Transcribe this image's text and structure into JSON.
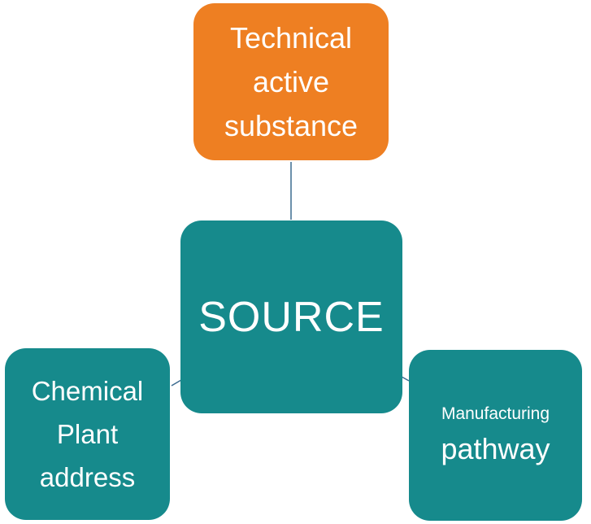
{
  "colors": {
    "center_fill": "#168a8c",
    "branch_fill": "#168a8c",
    "highlight_fill": "#ee7f22",
    "connector": "#3a6a8f",
    "text": "#ffffff"
  },
  "nodes": {
    "center": {
      "lines": [
        "SOURCE"
      ]
    },
    "top": {
      "lines": [
        "Technical",
        "active",
        "substance"
      ]
    },
    "left": {
      "lines": [
        "Chemical",
        "Plant",
        "address"
      ]
    },
    "right": {
      "lines": [
        "Manufacturing",
        "pathway"
      ]
    }
  }
}
